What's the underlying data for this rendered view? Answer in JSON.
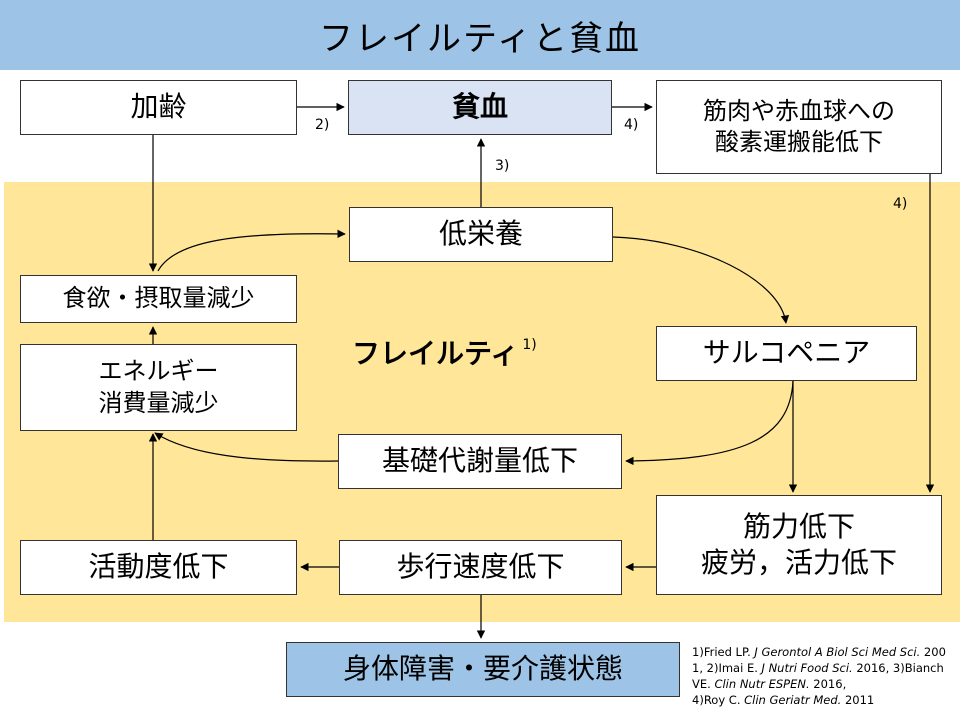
{
  "title": "フレイルティと貧血",
  "nodes": {
    "aging": "加齢",
    "anemia": "貧血",
    "oxygen_transport_line1": "筋肉や赤血球への",
    "oxygen_transport_line2": "酸素運搬能低下",
    "malnutrition": "低栄養",
    "appetite": "食欲・摂取量減少",
    "energy_line1": "エネルギー",
    "energy_line2": "消費量減少",
    "sarcopenia": "サルコペニア",
    "bmr": "基礎代謝量低下",
    "strength_line1": "筋力低下",
    "strength_line2": "疲労，活力低下",
    "walking": "歩行速度低下",
    "activity": "活動度低下",
    "outcome": "身体障害・要介護状態"
  },
  "frailty": {
    "label": "フレイルティ",
    "ref": "1)"
  },
  "edge_labels": {
    "aging_anemia": "2)",
    "anemia_oxygen": "4)",
    "malnutrition_anemia": "3)",
    "oxygen_strength": "4)"
  },
  "references": [
    {
      "num": "1)",
      "author": "Fried LP. ",
      "journal": "J Gerontol A Biol Sci Med Sci.",
      "year": " 2001, "
    },
    {
      "num": "2)",
      "author": "Imai E. ",
      "journal": "J Nutri Food Sci.",
      "year": " 2016, "
    },
    {
      "num": "3)",
      "author": "Bianch VE. ",
      "journal": "Clin Nutr ESPEN.",
      "year": " 2016,"
    },
    {
      "num": "4)",
      "author": "Roy C. ",
      "journal": "Clin Geriatr Med.",
      "year": " 2011"
    }
  ],
  "colors": {
    "title_bg": "#9dc3e6",
    "frailty_bg": "#ffe699",
    "anemia_bg": "#dae3f3",
    "outcome_bg": "#9dc3e6"
  }
}
